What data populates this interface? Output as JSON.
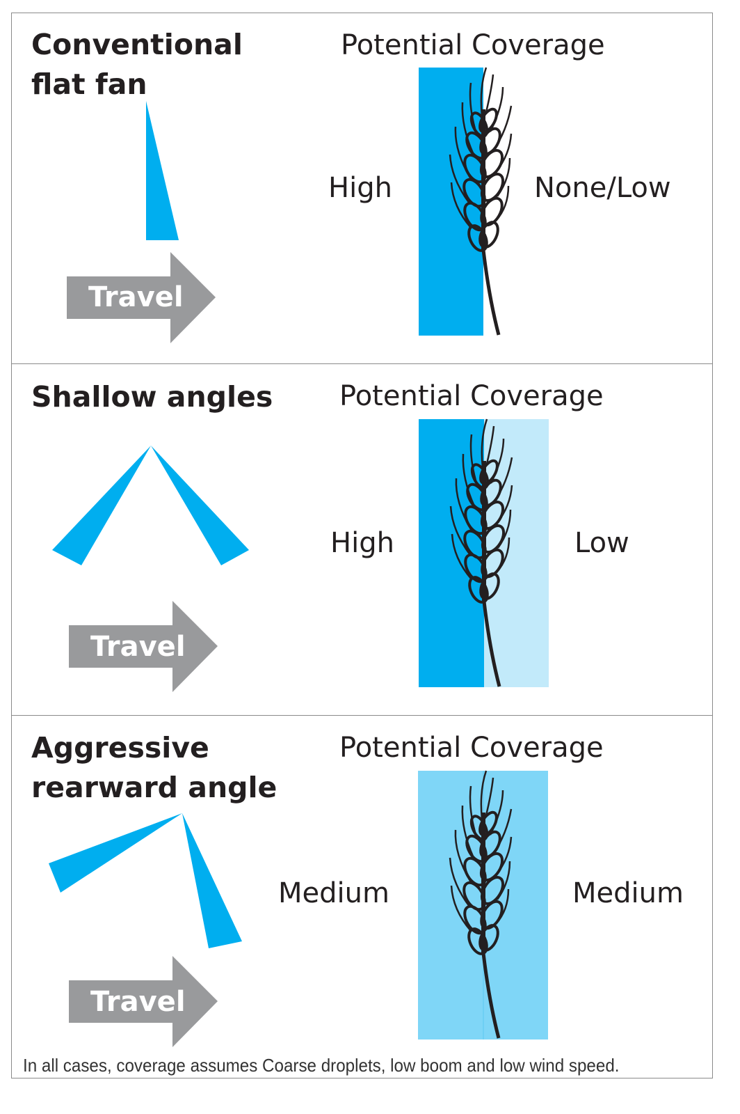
{
  "colors": {
    "high": "#00aeef",
    "low": "#c2eafa",
    "medium": "#7fd6f7",
    "arrow": "#999a9c",
    "text": "#231f20"
  },
  "panels": [
    {
      "title_lines": [
        "Conventional",
        "flat fan"
      ],
      "coverage_title": "Potential Coverage",
      "left_level": "High",
      "right_level": "None/Low",
      "travel": "Travel",
      "icons": [
        "fan-spray-icon",
        "travel-arrow-icon",
        "wheat-icon"
      ]
    },
    {
      "title_lines": [
        "Shallow angles"
      ],
      "coverage_title": "Potential Coverage",
      "left_level": "High",
      "right_level": "Low",
      "travel": "Travel",
      "icons": [
        "fan-spray-icon",
        "travel-arrow-icon",
        "wheat-icon"
      ]
    },
    {
      "title_lines": [
        "Aggressive",
        "rearward angle"
      ],
      "coverage_title": "Potential Coverage",
      "left_level": "Medium",
      "right_level": "Medium",
      "travel": "Travel",
      "icons": [
        "fan-spray-icon",
        "travel-arrow-icon",
        "wheat-icon"
      ]
    }
  ],
  "footnote": "In all cases, coverage assumes Coarse droplets, low boom and low wind speed."
}
